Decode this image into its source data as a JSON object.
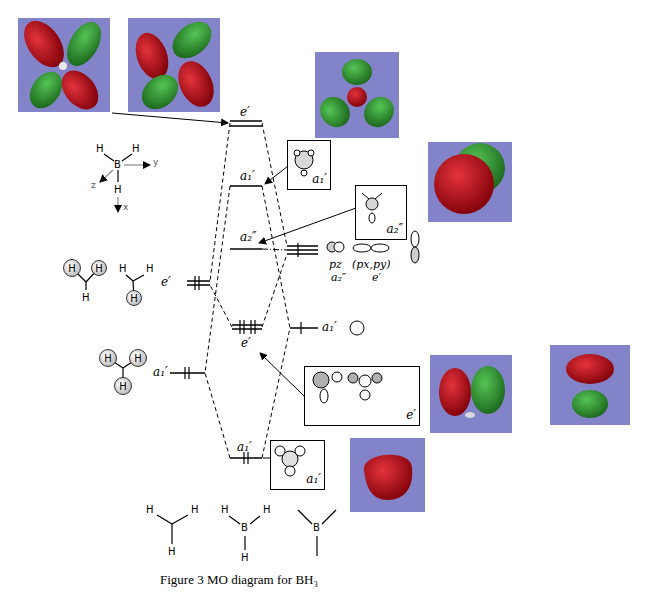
{
  "diagram": {
    "caption": "Figure 3 MO diagram for BH₃",
    "nodes": [
      {
        "text": [
          "a₁′"
        ]
      },
      {
        "text": [
          "a₂″"
        ]
      },
      {
        "text": [
          "H"
        ]
      },
      {
        "text": [
          "H"
        ]
      },
      {
        "text": [
          "H"
        ]
      },
      {
        "text": [
          "H"
        ]
      },
      {
        "text": [
          "H"
        ]
      },
      {
        "text": [
          "H"
        ]
      },
      {
        "text": [
          "e′"
        ]
      },
      {
        "text": [
          "a₁′"
        ]
      }
    ],
    "labels": [
      "e′",
      "a₁′",
      "a₂″",
      "e′",
      "pz",
      "a₂″",
      "(px,py)",
      "e′",
      "a₁′",
      "e′",
      "a₁′",
      "a₁′",
      "H",
      "H",
      "B",
      "H",
      "z",
      "y",
      "x",
      "H",
      "H",
      "H",
      "H",
      "H",
      "H",
      "H",
      "H",
      "B",
      "H",
      "B"
    ]
  }
}
